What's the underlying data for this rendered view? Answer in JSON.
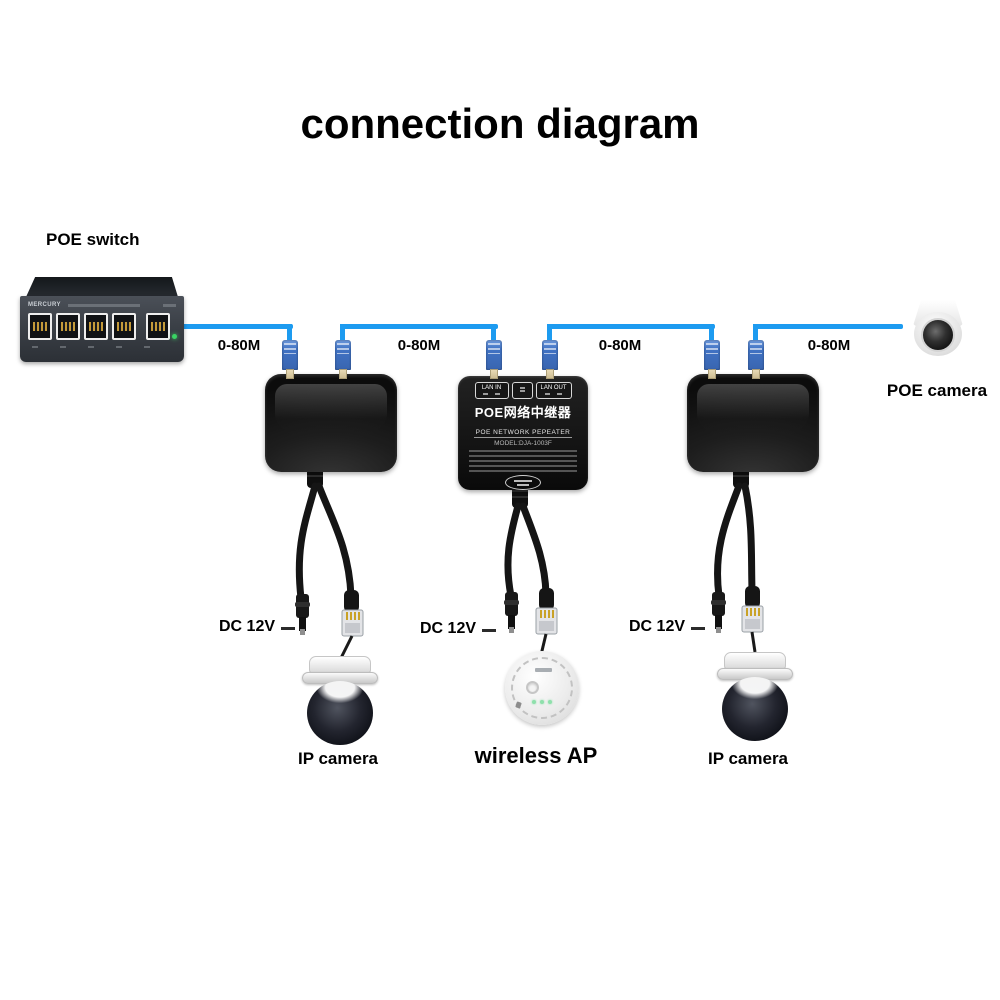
{
  "title": "connection diagram",
  "labels": {
    "poe_switch": "POE switch",
    "poe_camera": "POE camera",
    "ip_camera": "IP camera",
    "wireless_ap": "wireless AP",
    "dc_power": "DC 12V"
  },
  "cable": {
    "segment_labels": [
      "0-80M",
      "0-80M",
      "0-80M",
      "0-80M"
    ],
    "color": "#1d9bf0"
  },
  "switch": {
    "brand": "MERCURY",
    "port_count": 5,
    "power_led_color": "#39d463"
  },
  "repeater": {
    "port_in": "LAN IN",
    "port_out": "LAN OUT",
    "name_cn": "POE网络中继器",
    "name_en": "POE NETWORK PEPEATER",
    "model": "MODEL:DJA-1003F"
  }
}
